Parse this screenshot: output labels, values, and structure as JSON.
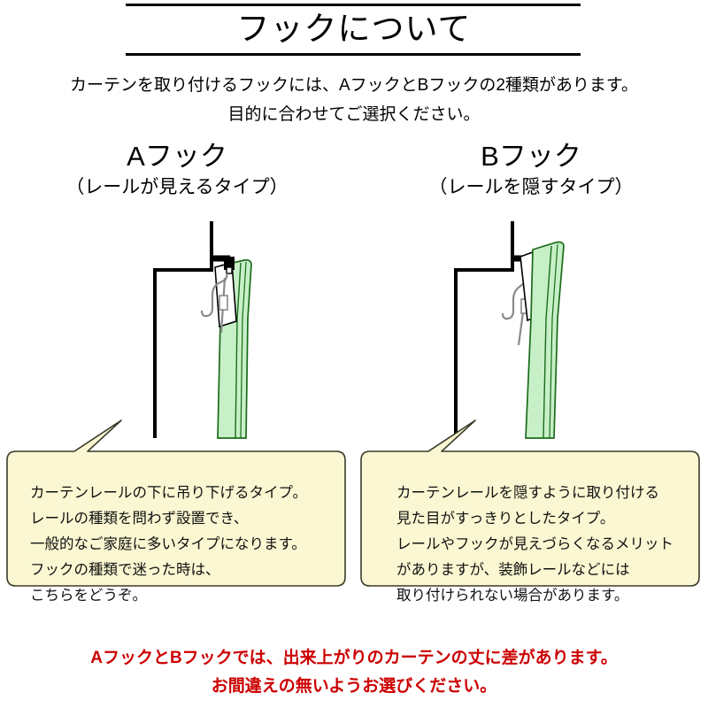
{
  "header": {
    "title": "フックについて",
    "intro_lines": [
      "カーテンを取り付けるフックには、AフックとBフックの2種類があります。",
      "目的に合わせてご選択ください。"
    ]
  },
  "columns": [
    {
      "id": "a",
      "title": "Aフック",
      "subtitle": "（レールが見えるタイプ）",
      "callout_lines": [
        "カーテンレールの下に吊り下げるタイプ。",
        "レールの種類を問わず設置でき、",
        "一般的なご家庭に多いタイプになります。",
        "フックの種類で迷った時は、",
        "こちらをどうぞ。"
      ]
    },
    {
      "id": "b",
      "title": "Bフック",
      "subtitle": "（レールを隠すタイプ）",
      "callout_lines": [
        "カーテンレールを隠すように取り付ける",
        "見た目がすっきりとしたタイプ。",
        "レールやフックが見えづらくなるメリット",
        "がありますが、装飾レールなどには",
        "取り付けられない場合があります。"
      ]
    }
  ],
  "warning": {
    "lines": [
      "AフックとBフックでは、出来上がりのカーテンの丈に差があります。",
      "お間違えの無いようお選びください。"
    ],
    "color": "#cc0000"
  },
  "colors": {
    "curtain_fill": "#c8f0c8",
    "curtain_outline": "#1a6b1a",
    "wall_line": "#000000",
    "callout_fill": "#faf7d2",
    "callout_border": "#3a3a2a",
    "rail_block": "#000000",
    "hook_outline": "#8a8a8a"
  },
  "diagram_labels": {
    "wall": "wall-profile",
    "ceiling": "ceiling-line",
    "rail": "curtain-rail",
    "runner": "rail-runner",
    "hook": "curtain-hook",
    "curtain": "curtain-fabric"
  }
}
